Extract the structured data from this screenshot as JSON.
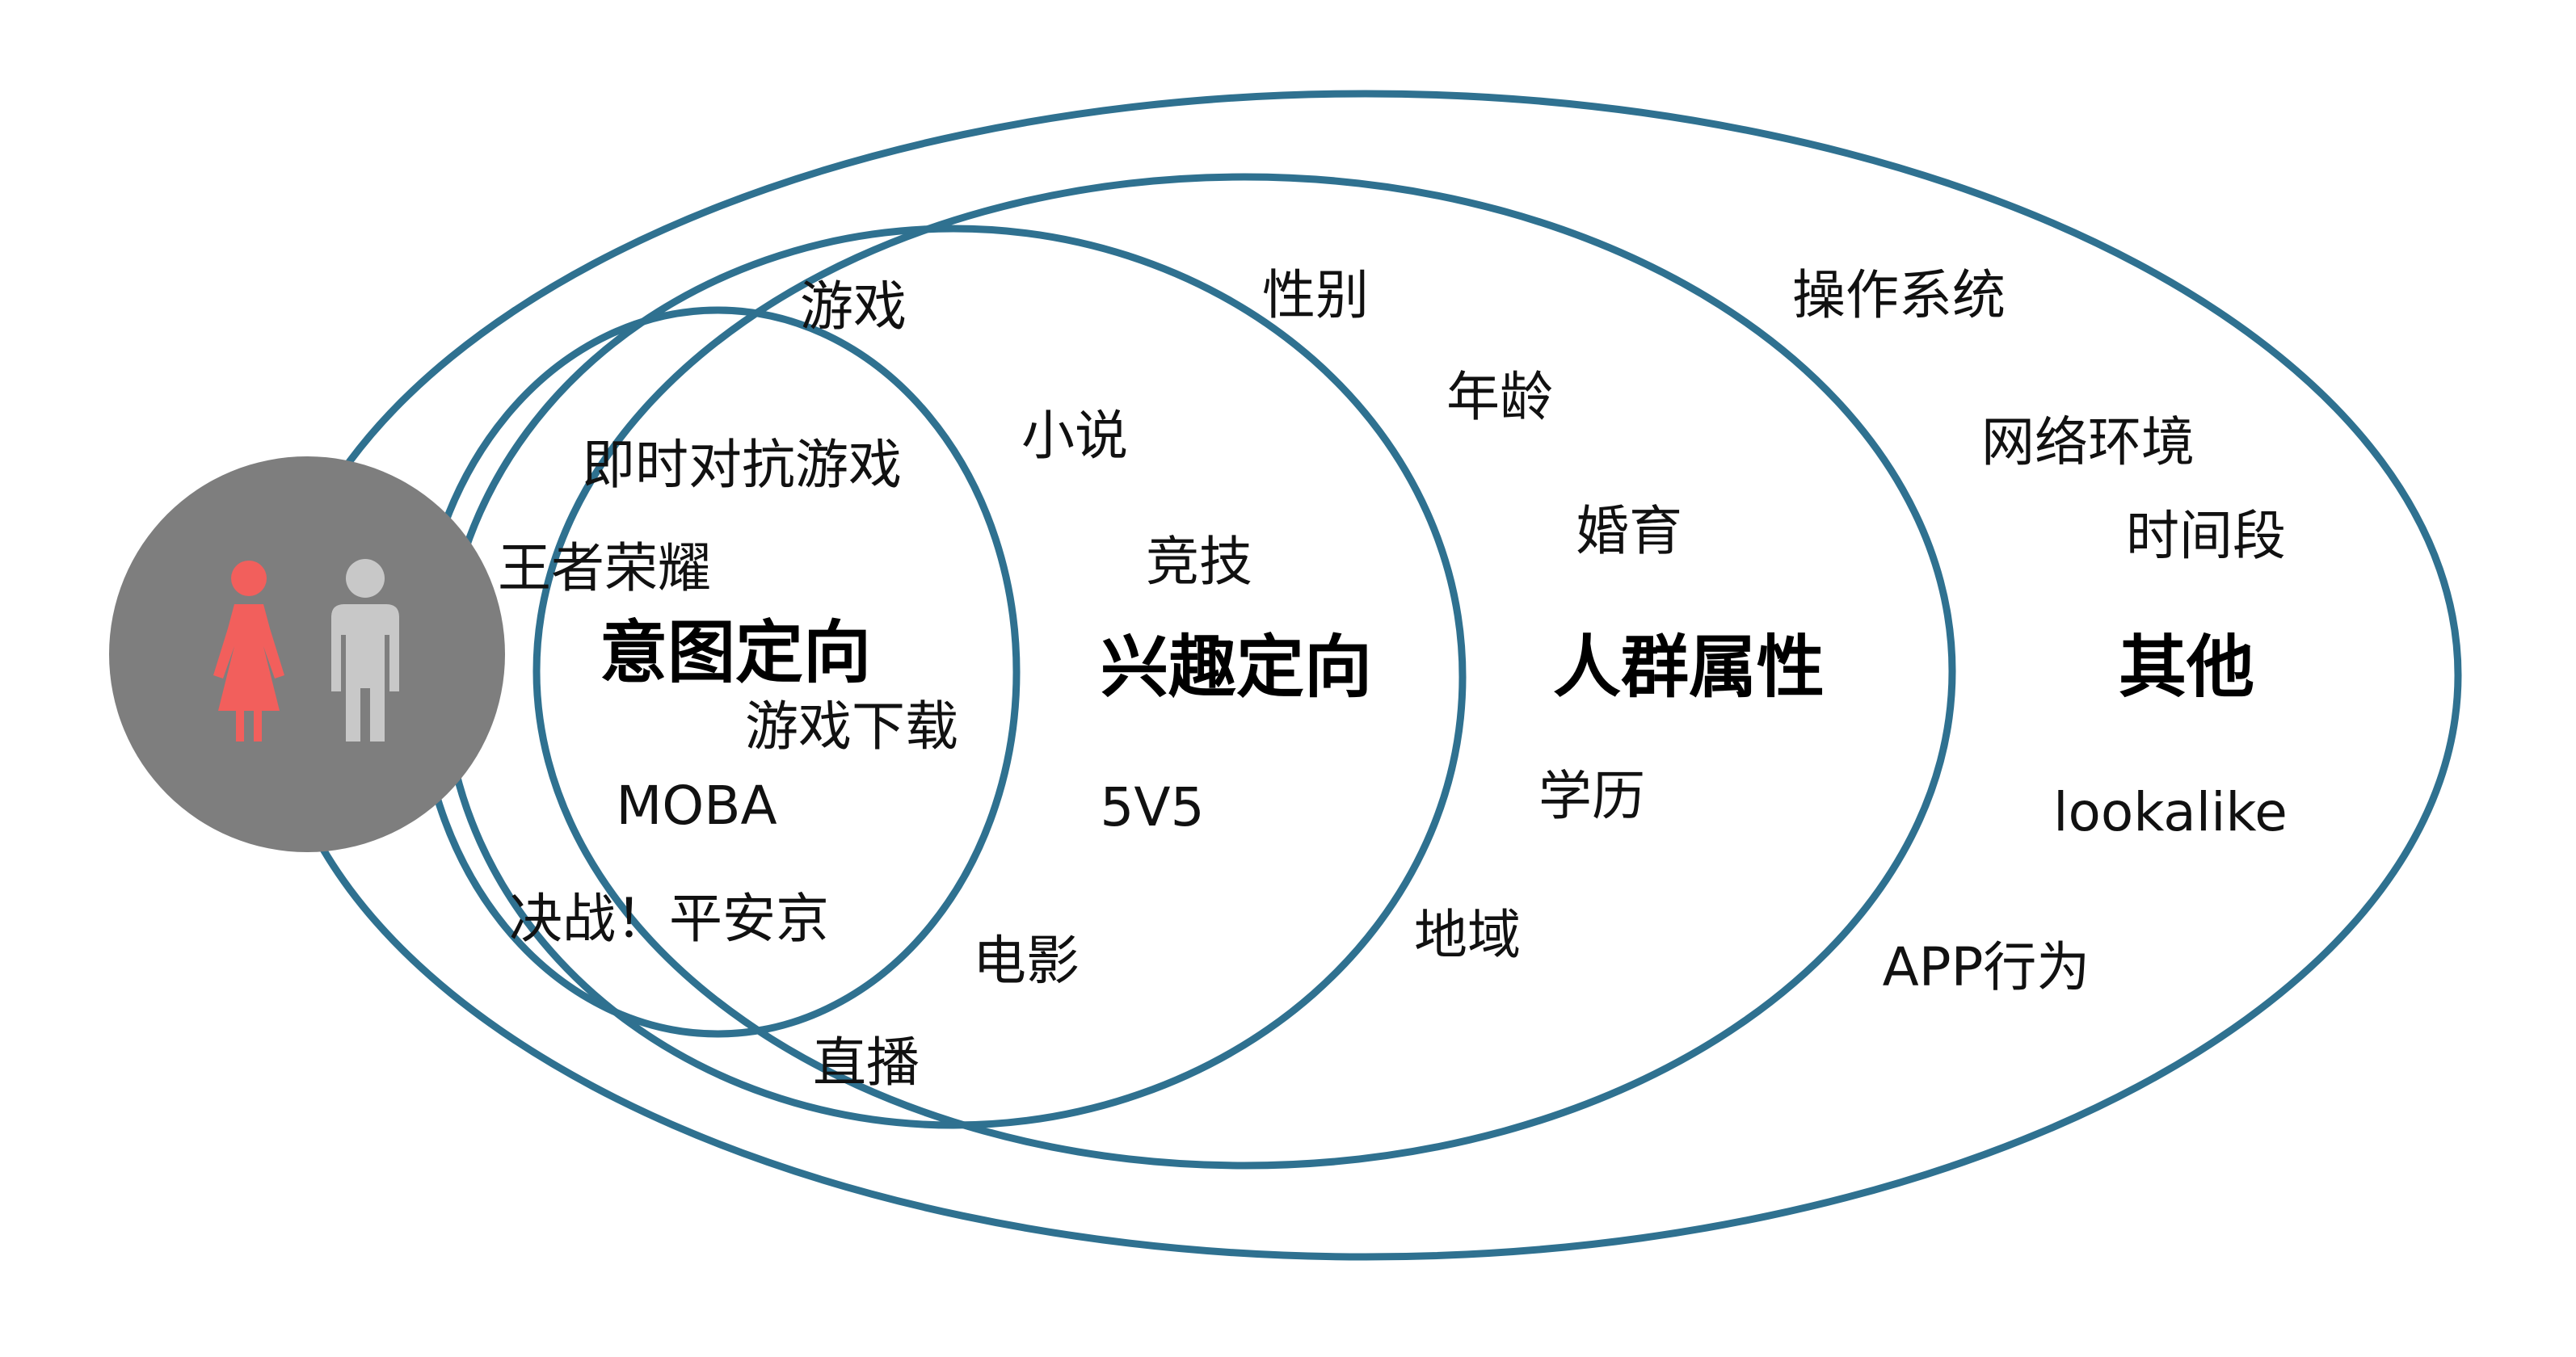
{
  "colors": {
    "ring_stroke": "#2f7190",
    "avatar_circle": "#7e7e7e",
    "female_figure": "#f25f5c",
    "male_figure": "#c8c8c8",
    "text": "#111111"
  },
  "icons": {
    "avatar": "female-male-person-icon"
  },
  "layers": [
    {
      "title": "意图定向",
      "keywords": [
        "即时对抗游戏",
        "王者荣耀",
        "游戏下载",
        "MOBA",
        "决战！平安京"
      ]
    },
    {
      "title": "兴趣定向",
      "keywords": [
        "游戏",
        "小说",
        "竞技",
        "5V5",
        "电影",
        "直播"
      ]
    },
    {
      "title": "人群属性",
      "keywords": [
        "性别",
        "年龄",
        "婚育",
        "学历",
        "地域"
      ]
    },
    {
      "title": "其他",
      "keywords": [
        "操作系统",
        "网络环境",
        "时间段",
        "lookalike",
        "APP行为"
      ]
    }
  ]
}
